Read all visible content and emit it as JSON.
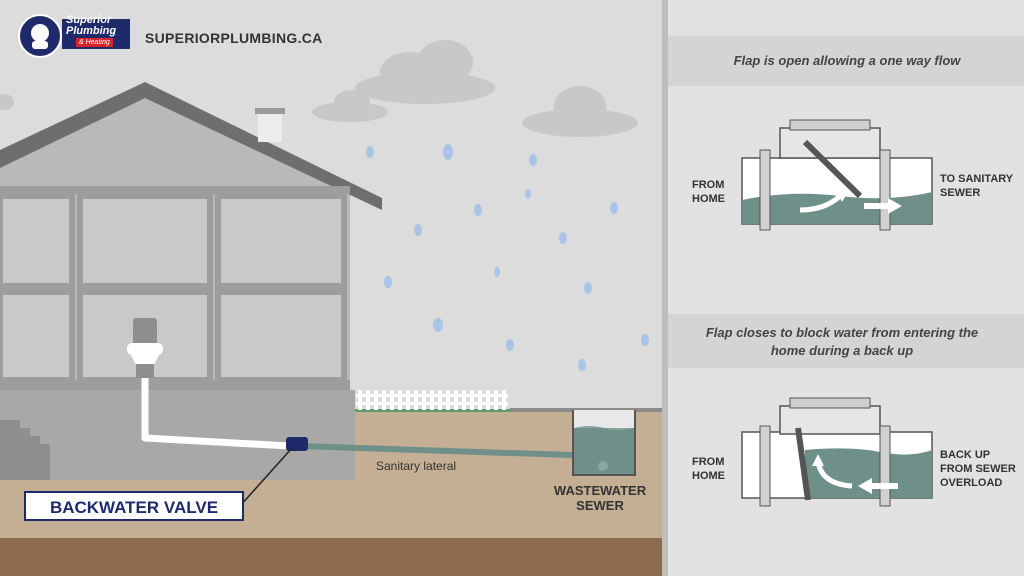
{
  "brand": {
    "logo_name": "Superior Plumbing",
    "logo_sub": "& Heating",
    "website": "SUPERIORPLUMBING.CA"
  },
  "scene": {
    "valve_label": "BACKWATER VALVE",
    "lateral_label": "Sanitary lateral",
    "sewer_label": "WASTEWATER SEWER"
  },
  "panels": [
    {
      "caption": "Flap is open allowing a one way flow",
      "left_label": "FROM HOME",
      "right_label": "TO SANITARY SEWER"
    },
    {
      "caption": "Flap closes to block water from entering the home during a back up",
      "left_label": "FROM HOME",
      "right_label": "BACK UP FROM SEWER OVERLOAD"
    }
  ],
  "colors": {
    "house": "#b9b9b9",
    "roof": "#6e6e6e",
    "water": "#6f8f89",
    "soil": "#c4ae94",
    "deep_soil": "#8c6b4f",
    "valve": "#1f2a6b",
    "rain": "#a9c4e6"
  }
}
